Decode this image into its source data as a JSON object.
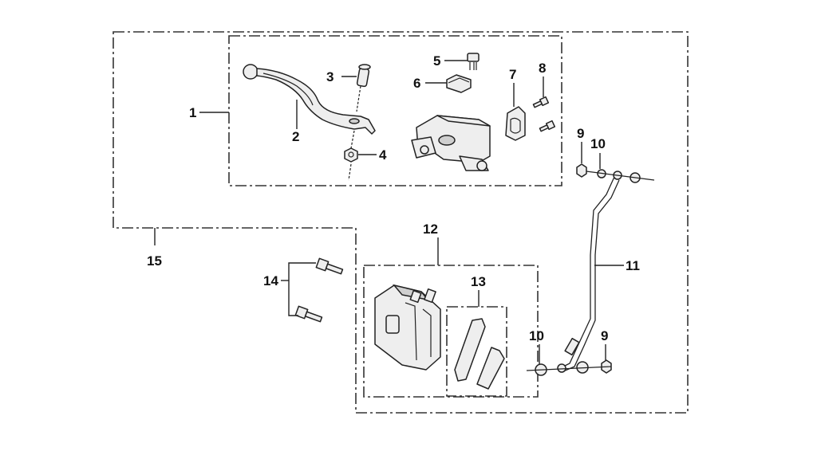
{
  "diagram": {
    "callouts": {
      "c1": "1",
      "c2": "2",
      "c3": "3",
      "c4": "4",
      "c5": "5",
      "c6": "6",
      "c7": "7",
      "c8": "8",
      "c9a": "9",
      "c10a": "10",
      "c11": "11",
      "c12": "12",
      "c13": "13",
      "c14": "14",
      "c15": "15",
      "c10b": "10",
      "c9b": "9"
    }
  }
}
